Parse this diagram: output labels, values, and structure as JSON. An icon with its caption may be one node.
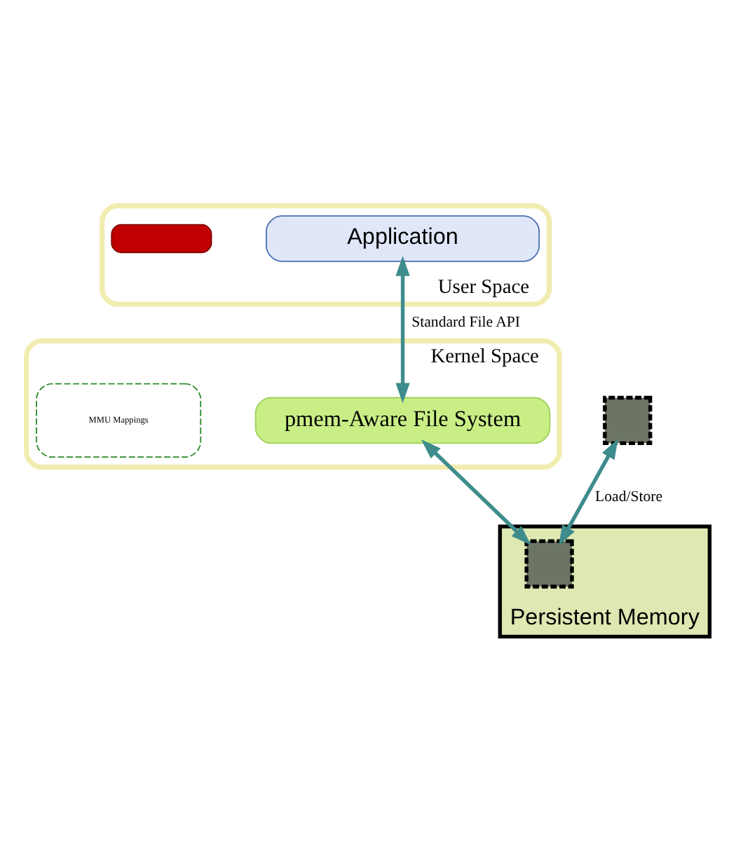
{
  "diagram": {
    "nodes": [
      {
        "text": [
          "User Space"
        ]
      },
      {
        "text": [
          "Application"
        ],
        "in": 0
      },
      {
        "text": [],
        "shape": "box"
      },
      {
        "text": [],
        "shape": "box",
        "in": 0
      },
      {
        "text": [
          "Kernel Space"
        ]
      },
      {
        "text": [
          "pmem-Aware File System"
        ],
        "in": 4
      },
      {
        "text": [
          "MMU Mappings"
        ],
        "in": 4
      },
      {
        "text": [
          "Persistent Memory"
        ]
      },
      {
        "text": [],
        "shape": "box",
        "in": 7
      }
    ],
    "edges": [
      {
        "from": 1,
        "to": 5,
        "arrow": "both",
        "label": "Standard File API"
      },
      {
        "from": 5,
        "to": 8,
        "arrow": "both"
      },
      {
        "from": 2,
        "to": 8,
        "arrow": "both",
        "label": "Load/Store"
      }
    ]
  }
}
